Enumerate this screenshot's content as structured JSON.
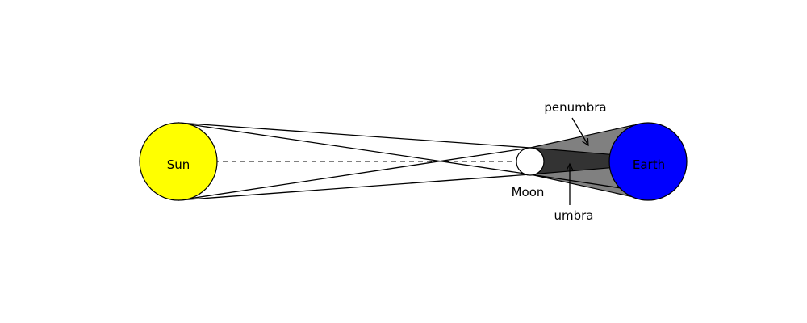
{
  "labels": {
    "sun": "Sun",
    "earth": "Earth",
    "moon": "Moon",
    "penumbra": "penumbra",
    "umbra": "umbra"
  },
  "colors": {
    "sun": "#ffff00",
    "earth": "#0000ff",
    "moon": "#ffffff",
    "penumbra": "#808080",
    "umbra": "#333333",
    "stroke": "#000000"
  }
}
